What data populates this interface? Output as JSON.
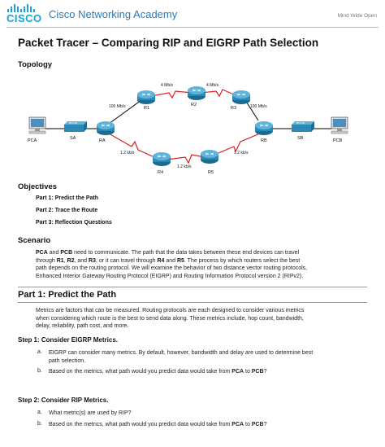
{
  "header": {
    "logo_text": "CISCO",
    "academy": "Cisco Networking Academy",
    "tagline": "Mind Wide Open"
  },
  "title": "Packet Tracer – Comparing RIP and EIGRP Path Selection",
  "topology": {
    "heading": "Topology",
    "nodes": {
      "pca": "PCA",
      "sa": "SA",
      "ra": "RA",
      "r1": "R1",
      "r2": "R2",
      "r3": "R3",
      "rb": "RB",
      "sb": "SB",
      "pcb": "PCB",
      "r4": "R4",
      "r5": "R5"
    },
    "links": {
      "ra_r1": "100 Mb/s",
      "r1_r2": "4 Mb/s",
      "r2_r3": "4 Mb/s",
      "r3_rb": "100 Mb/s",
      "ra_r4": "1.2 kb/s",
      "r4_r5": "1.2 kb/s",
      "r5_rb": "1.2 kb/s"
    },
    "colors": {
      "fast_link": "#000000",
      "slow_link": "#d81e1e"
    }
  },
  "objectives": {
    "heading": "Objectives",
    "items": [
      "Part 1: Predict the Path",
      "Part 2: Trace the Route",
      "Part 3: Reflection Questions"
    ]
  },
  "scenario": {
    "heading": "Scenario",
    "lines": [
      [
        "PCA",
        " and ",
        "PCB",
        " need to communicate. The path that the data takes between these end devices can travel"
      ],
      [
        "through ",
        "R1",
        ", ",
        "R2",
        ", and ",
        "R3",
        ", or it can travel through ",
        "R4",
        " and ",
        "R5",
        ". The process by which routers select the best"
      ],
      [
        "path depends on the routing protocol. We will examine the behavior of two distance vector routing protocols,"
      ],
      [
        "Enhanced Interior Gateway Routing Protocol (EIGRP) and Routing Information Protocol version 2 (RIPv2)."
      ]
    ]
  },
  "part1": {
    "title": "Part 1:   Predict the Path",
    "intro": [
      "Metrics are factors that can be measured. Routing protocols are each designed to consider various metrics",
      "when considering which route is the best to send data along. These metrics include, hop count, bandwidth,",
      "delay, reliability, path cost, and more."
    ]
  },
  "step1": {
    "title": "Step 1:    Consider EIGRP Metrics.",
    "a_letter": "a.",
    "a_lines": [
      "EIGRP can consider many metrics. By default, however, bandwidth and delay are used to determine best",
      "path selection."
    ],
    "b_letter": "b.",
    "b_pre": "Based on the metrics, what path would you predict data would take from ",
    "b_from": "PCA",
    "b_mid": " to ",
    "b_to": "PCB",
    "b_end": "?"
  },
  "step2": {
    "title": "Step 2:    Consider RIP Metrics.",
    "a_letter": "a.",
    "a_text": "What metric(s) are used by RIP?",
    "b_letter": "b.",
    "b_pre": "Based on the metrics, what path would you predict data would take from ",
    "b_from": "PCA",
    "b_mid": " to ",
    "b_to": "PCB",
    "b_end": "?"
  }
}
